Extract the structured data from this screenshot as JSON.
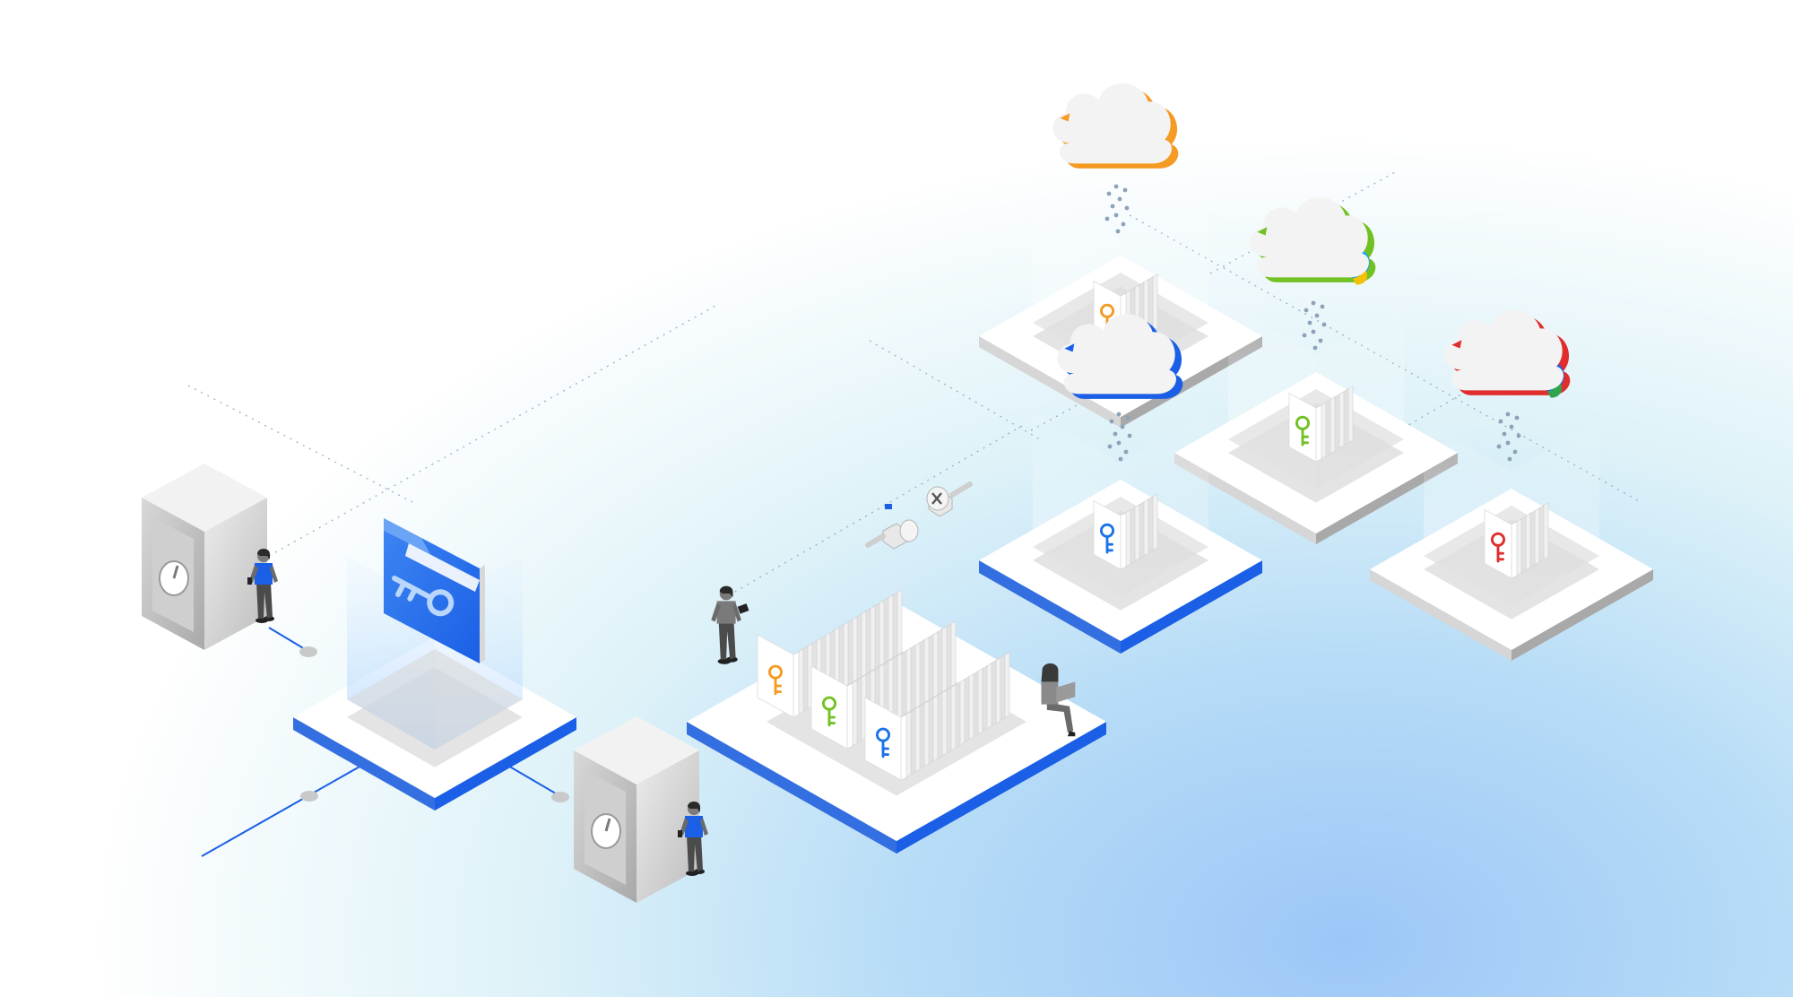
{
  "colors": {
    "brand_blue": "#1a5fe6",
    "orange": "#f59a23",
    "green": "#72c123",
    "blue": "#1a73e8",
    "red": "#e02d2d",
    "yellow": "#f5c000",
    "sky": "#1aa3ef",
    "google_green": "#2ea44f",
    "platform_top": "#ffffff",
    "platform_side": "#d0d0d0",
    "safe_front": "#d9d9d9",
    "person_shirt": "#1a5fe6",
    "person_pants": "#4b4b4b"
  },
  "icons": {
    "cloud": "cloud-icon",
    "key": "key-icon",
    "safe": "vault-safe-icon",
    "folder": "key-folder-icon",
    "plug": "unplugged-connector-icon",
    "person": "person-icon",
    "laptop": "laptop-icon",
    "tablet": "tablet-icon"
  },
  "cloud_environments": [
    {
      "name": "cloud-orange",
      "accent": [
        "#f59a23",
        "#f59a23"
      ],
      "key_color": "#f59a23"
    },
    {
      "name": "cloud-blue",
      "accent": [
        "#1a5fe6",
        "#1a5fe6"
      ],
      "key_color": "#1a73e8"
    },
    {
      "name": "cloud-green",
      "accent": [
        "#72c123",
        "#1aa3ef",
        "#f5c000"
      ],
      "key_color": "#72c123"
    },
    {
      "name": "cloud-red",
      "accent": [
        "#e02d2d",
        "#1a5fe6",
        "#2ea44f"
      ],
      "key_color": "#e02d2d"
    }
  ],
  "central_keystore_keys": [
    "#f59a23",
    "#72c123",
    "#1a73e8"
  ]
}
